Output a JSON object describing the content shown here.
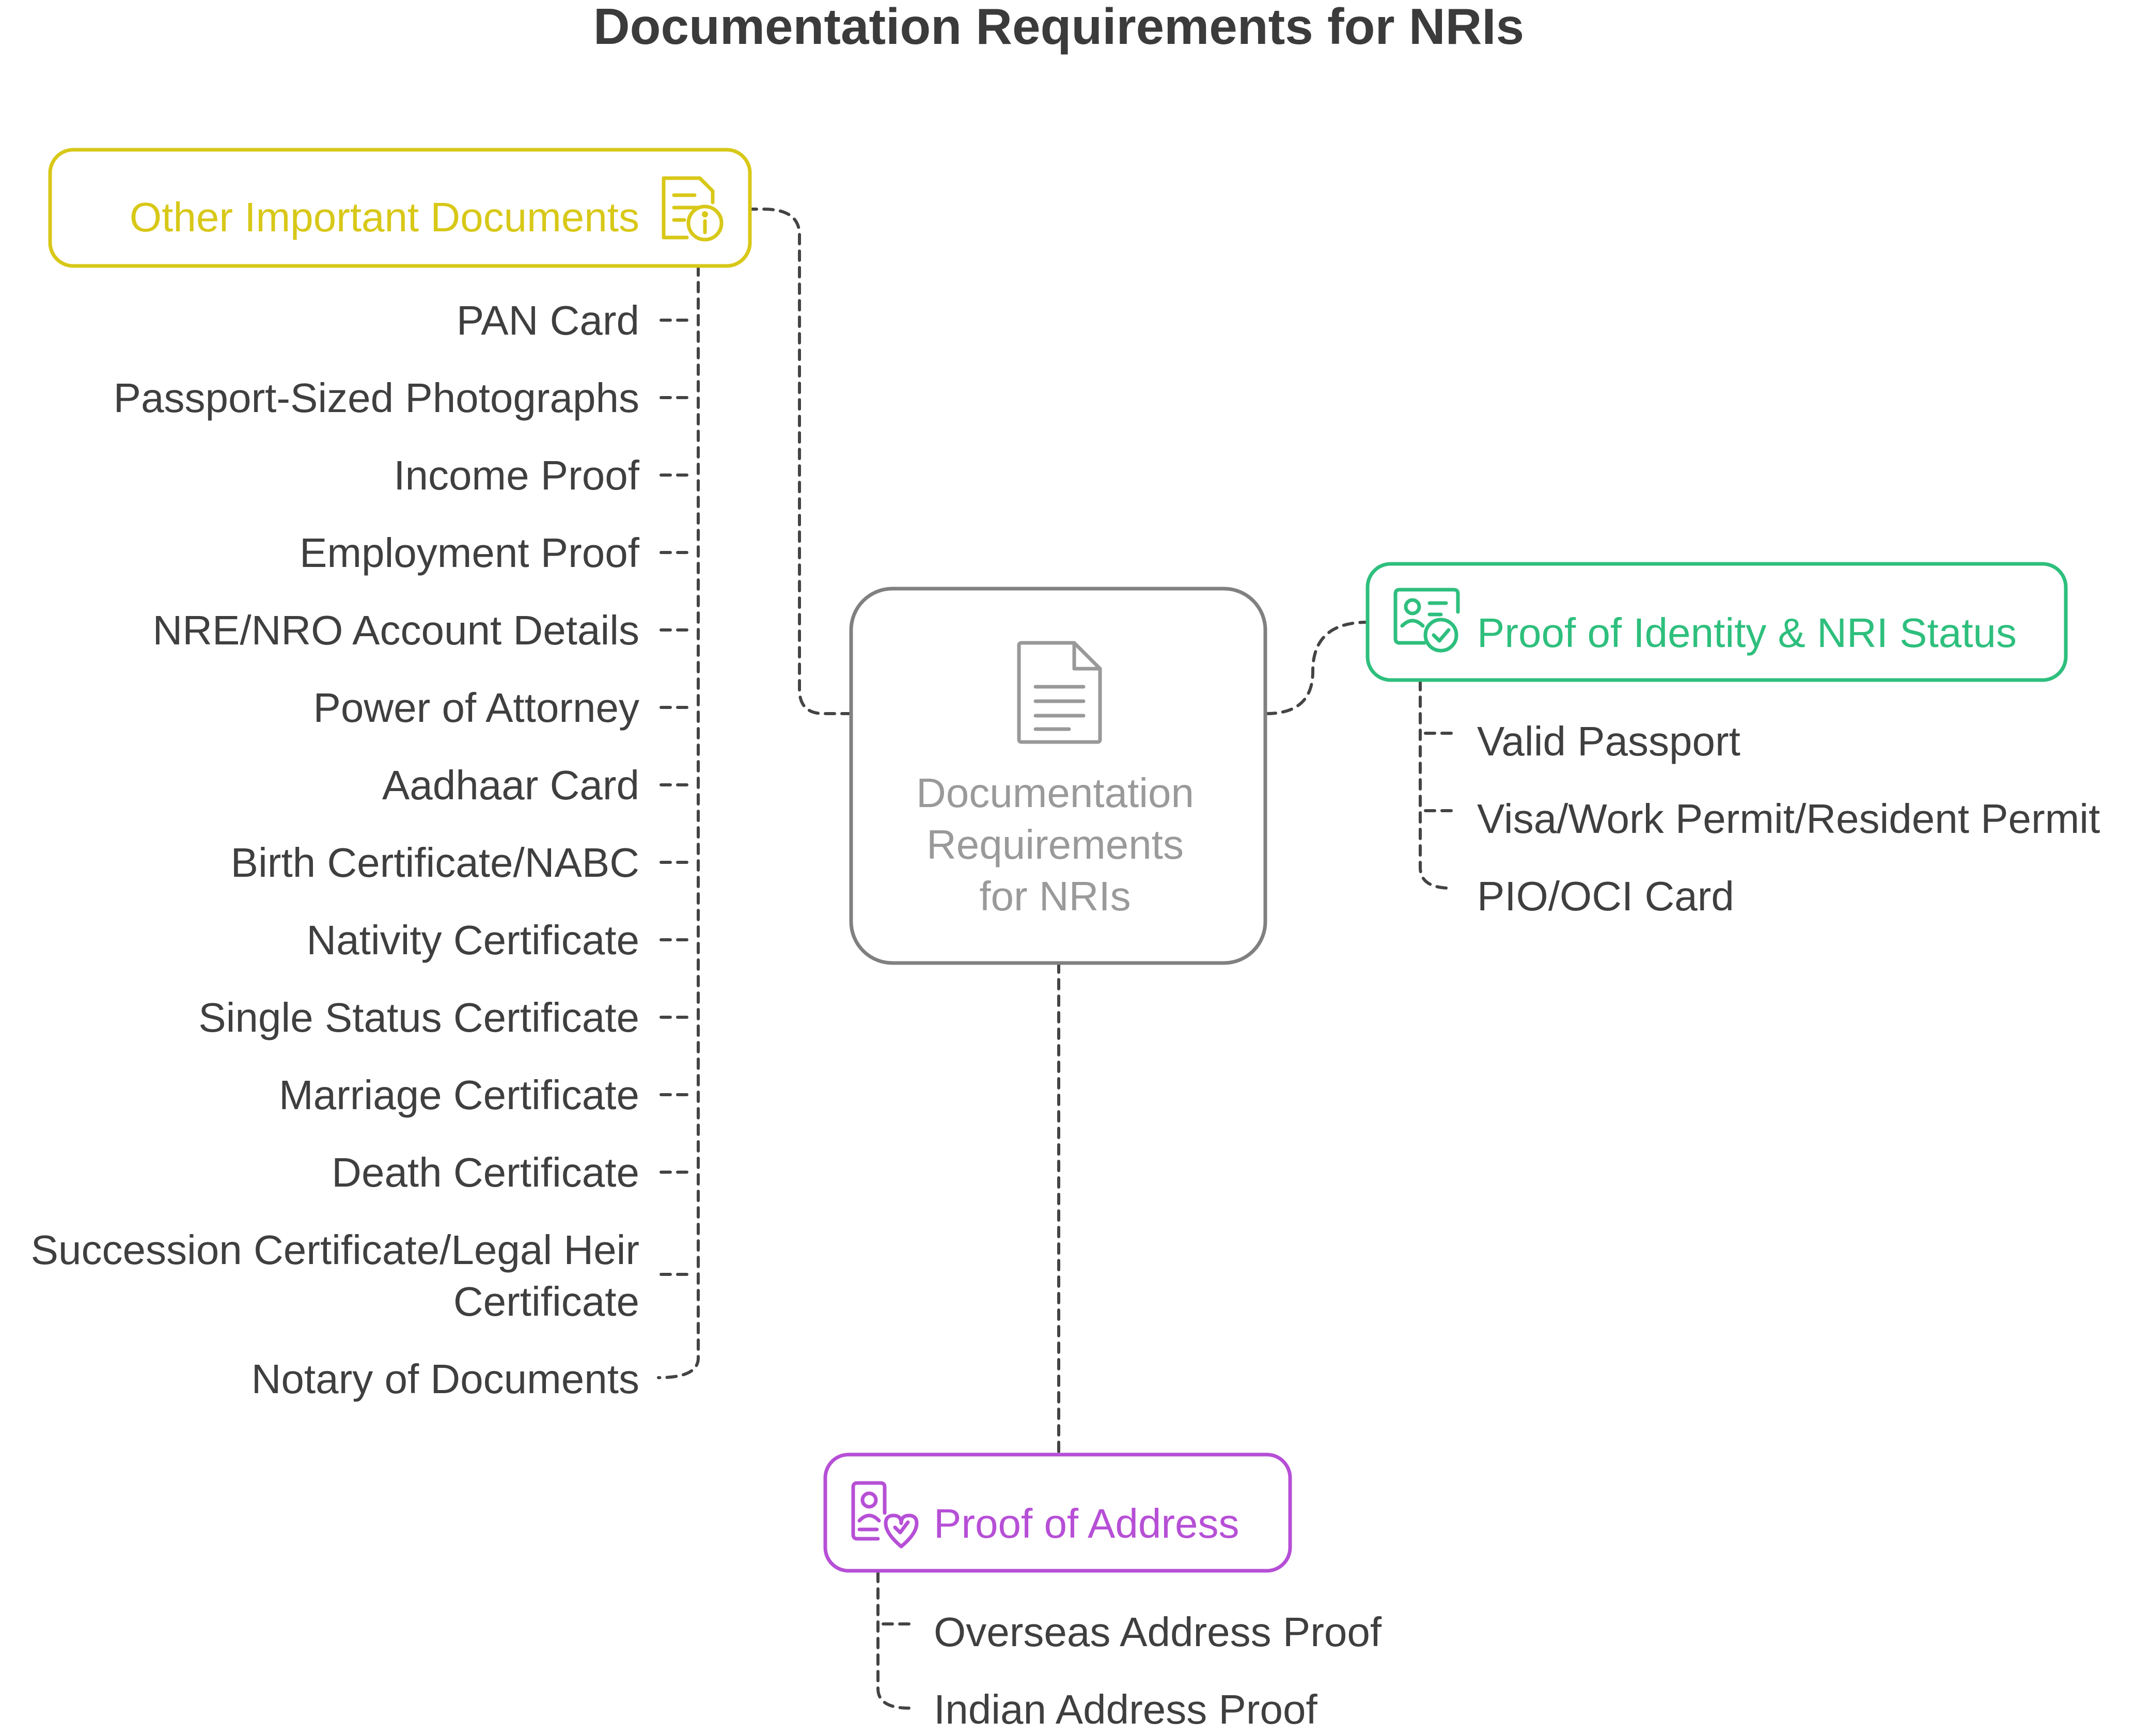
{
  "title": "Documentation Requirements for NRIs",
  "center": {
    "lines": [
      "Documentation",
      "Requirements",
      "for NRIs"
    ],
    "icon": "document-icon"
  },
  "colors": {
    "other": "#d8c818",
    "identity": "#2ebf7d",
    "address": "#b64fd6",
    "center": "#808080",
    "text": "#3f3f3f"
  },
  "other_documents": {
    "title": "Other Important Documents",
    "icon": "document-info-icon",
    "items": [
      "PAN Card",
      "Passport-Sized Photographs",
      "Income Proof",
      "Employment Proof",
      "NRE/NRO Account Details",
      "Power of Attorney",
      "Aadhaar Card",
      "Birth Certificate/NABC",
      "Nativity Certificate",
      "Single Status Certificate",
      "Marriage Certificate",
      "Death Certificate",
      "Succession Certificate/Legal Heir",
      "Certificate",
      "Notary of Documents"
    ]
  },
  "identity": {
    "title": "Proof of Identity & NRI Status",
    "icon": "id-card-check-icon",
    "items": [
      "Valid Passport",
      "Visa/Work Permit/Resident Permit",
      "PIO/OCI Card"
    ]
  },
  "address": {
    "title": "Proof of Address",
    "icon": "address-badge-icon",
    "items": [
      "Overseas Address Proof",
      "Indian Address Proof"
    ]
  }
}
